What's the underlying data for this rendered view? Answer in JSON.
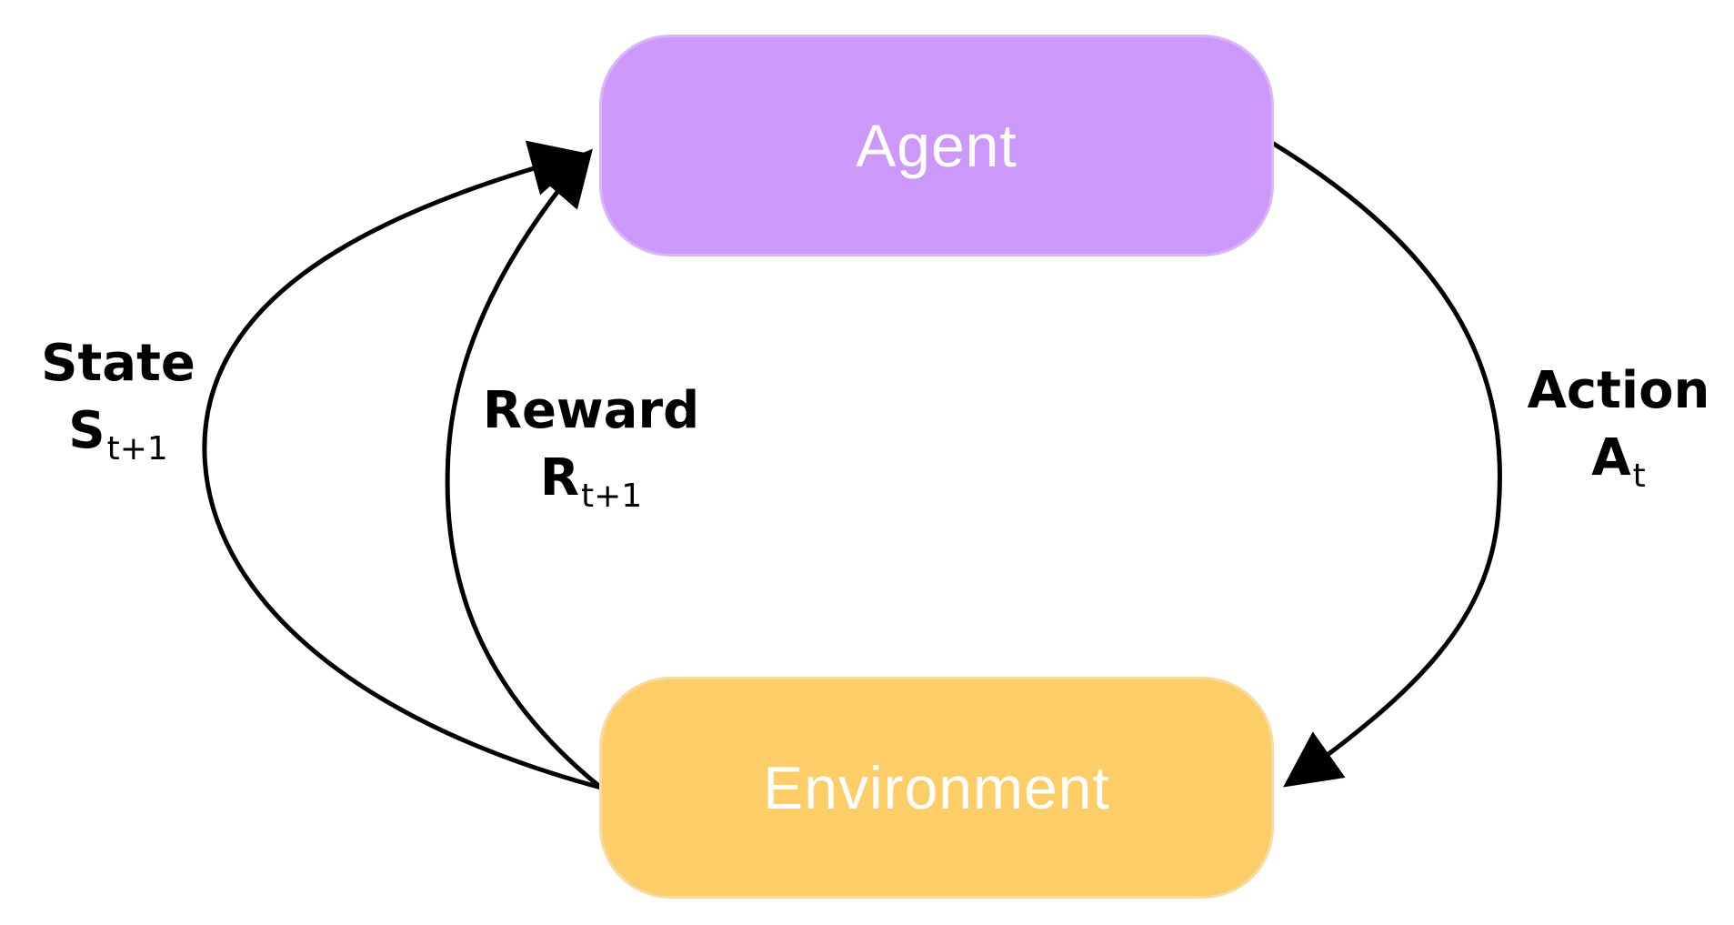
{
  "nodes": {
    "agent": {
      "label": "Agent",
      "color": "#cc99fa"
    },
    "environment": {
      "label": "Environment",
      "color": "#fdcd68"
    }
  },
  "edges": {
    "state": {
      "label": "State",
      "symbol": "S",
      "subscript": "t+1"
    },
    "reward": {
      "label": "Reward",
      "symbol": "R",
      "subscript": "t+1"
    },
    "action": {
      "label": "Action",
      "symbol": "A",
      "subscript": "t"
    }
  }
}
